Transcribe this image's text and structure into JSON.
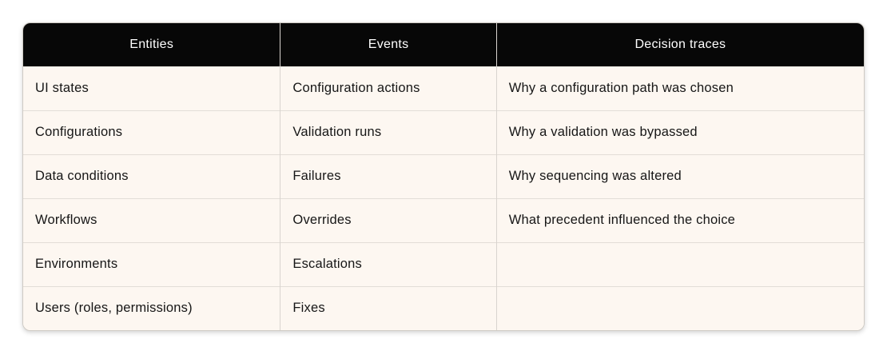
{
  "table": {
    "columns": [
      {
        "label": "Entities"
      },
      {
        "label": "Events"
      },
      {
        "label": "Decision traces"
      }
    ],
    "rows": [
      [
        "UI states",
        "Configuration actions",
        "Why a configuration path was chosen"
      ],
      [
        "Configurations",
        "Validation runs",
        "Why a validation was bypassed"
      ],
      [
        "Data conditions",
        "Failures",
        "Why sequencing was altered"
      ],
      [
        "Workflows",
        "Overrides",
        "What precedent influenced the choice"
      ],
      [
        "Environments",
        "Escalations",
        ""
      ],
      [
        "Users (roles, permissions)",
        "Fixes",
        ""
      ]
    ],
    "style": {
      "header_bg": "#070707",
      "header_text_color": "#FFFFFF",
      "cell_bg": "#FDF7F1",
      "cell_text_color": "#161616",
      "grid_line_color": "#D9D4CF",
      "outer_border_color": "#CFCBC5",
      "page_bg": "#FFFFFF"
    }
  }
}
